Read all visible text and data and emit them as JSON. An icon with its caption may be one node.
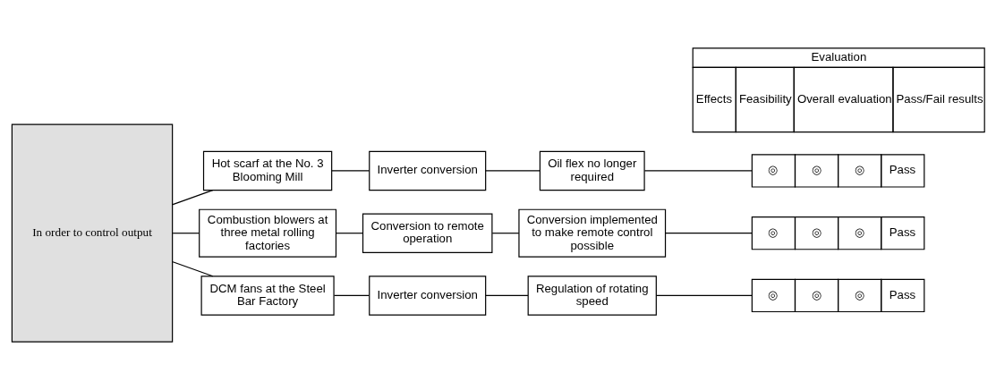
{
  "diagram": {
    "nodes": [
      {
        "text": [
          "In order to control output"
        ]
      },
      {
        "text": [
          "Evaluation",
          "Effects",
          "Feasibility",
          "Overall evaluation",
          "Pass/Fail results"
        ]
      },
      {
        "text": [
          "Hot scarf at the No. 3 Blooming Mill"
        ]
      },
      {
        "text": [
          "Inverter conversion"
        ]
      },
      {
        "text": [
          "Oil flex no longer required"
        ]
      },
      {
        "text": [
          "◎",
          "◎",
          "◎",
          "Pass"
        ]
      },
      {
        "text": [
          "Combustion blowers at three metal rolling factories"
        ]
      },
      {
        "text": [
          "Conversion to remote operation"
        ]
      },
      {
        "text": [
          "Conversion implemented to make remote control possible"
        ]
      },
      {
        "text": [
          "◎",
          "◎",
          "◎",
          "Pass"
        ]
      },
      {
        "text": [
          "DCM fans at the Steel Bar Factory"
        ]
      },
      {
        "text": [
          "Inverter conversion"
        ]
      },
      {
        "text": [
          "Regulation of rotating speed"
        ]
      },
      {
        "text": [
          "◎",
          "◎",
          "◎",
          "Pass"
        ]
      }
    ],
    "edges": [
      {
        "from": 0,
        "to": 2,
        "arrow": "none"
      },
      {
        "from": 0,
        "to": 6,
        "arrow": "none"
      },
      {
        "from": 0,
        "to": 10,
        "arrow": "none"
      },
      {
        "from": 2,
        "to": 3,
        "arrow": "none"
      },
      {
        "from": 3,
        "to": 4,
        "arrow": "none"
      },
      {
        "from": 4,
        "to": 5,
        "arrow": "none"
      },
      {
        "from": 6,
        "to": 7,
        "arrow": "none"
      },
      {
        "from": 7,
        "to": 8,
        "arrow": "none"
      },
      {
        "from": 8,
        "to": 9,
        "arrow": "none"
      },
      {
        "from": 10,
        "to": 11,
        "arrow": "none"
      },
      {
        "from": 11,
        "to": 12,
        "arrow": "none"
      },
      {
        "from": 12,
        "to": 13,
        "arrow": "none"
      }
    ]
  }
}
